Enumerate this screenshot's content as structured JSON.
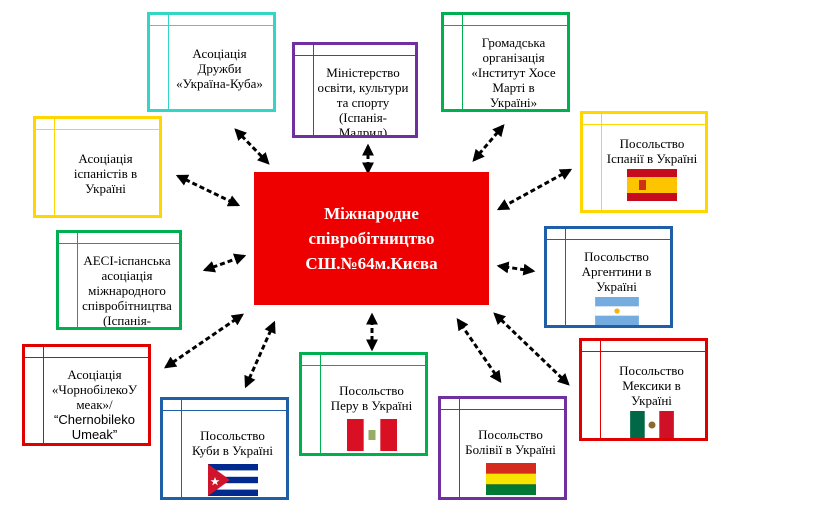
{
  "center": {
    "lines": [
      "Міжнародне",
      "співробітництво",
      "СШ.№64м.Києва"
    ],
    "color": "#ee0000"
  },
  "boxes": {
    "friendship_ukraine_cuba": {
      "lines": [
        "Асоціація",
        "Дружби",
        "«Україна-Куба»"
      ],
      "color": "#33d6c4"
    },
    "ministry_spain": {
      "lines": [
        "Міністерство",
        "освіти, культури",
        "та спорту",
        "(Іспанія-",
        "Мадрид)"
      ],
      "color": "#7030a0"
    },
    "jose_marti_institute": {
      "lines": [
        "Громадська",
        "організація",
        "«Інститут Хосе",
        "Марті в",
        "Україні»"
      ],
      "color": "#00b050"
    },
    "hispanists_association": {
      "lines": [
        "Асоціація",
        "іспаністів в",
        "Україні"
      ],
      "color": "#ffd700"
    },
    "embassy_spain": {
      "lines": [
        "Посольство",
        "Іспанії в Україні"
      ],
      "color": "#ffd700",
      "flag": "spain-flag-icon"
    },
    "aeci_spain": {
      "lines": [
        "AECI-іспанська",
        "асоціація",
        "міжнародного",
        "співробітництва",
        "(Іспанія-"
      ],
      "color": "#00b050"
    },
    "embassy_argentina": {
      "lines": [
        "Посольство",
        "Аргентини в",
        "Україні"
      ],
      "color": "#1f5fa8",
      "flag": "argentina-flag-icon"
    },
    "chornobyl_umeak": {
      "lines": [
        "Асоціація",
        "«ЧорнобілекоУ",
        "меак»/",
        "“Chernobileko",
        "Umeak”"
      ],
      "color": "#e00000"
    },
    "embassy_peru": {
      "lines": [
        "Посольство",
        "Перу в Україні"
      ],
      "color": "#00b050",
      "flag": "peru-flag-icon"
    },
    "embassy_mexico": {
      "lines": [
        "Посольство",
        "Мексики в",
        "Україні"
      ],
      "color": "#e00000",
      "flag": "mexico-flag-icon"
    },
    "embassy_cuba": {
      "lines": [
        "Посольство",
        "Куби в Україні"
      ],
      "color": "#1f5fa8",
      "flag": "cuba-flag-icon"
    },
    "embassy_bolivia": {
      "lines": [
        "Посольство",
        "Болівії в Україні"
      ],
      "color": "#7030a0",
      "flag": "bolivia-flag-icon"
    }
  }
}
